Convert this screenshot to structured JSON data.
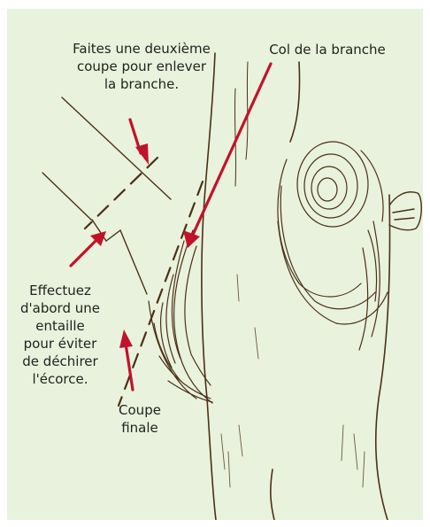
{
  "labels": {
    "second_cut": "Faites une deuxième\ncoupe pour enlever\nla branche.",
    "branch_collar": "Col de la branche",
    "notch": "Effectuez\nd'abord une\nentaille\npour éviter\nde déchirer\nl'écorce.",
    "final_cut": "Coupe\nfinale"
  },
  "colors": {
    "background": "#e9f2dc",
    "ink": "#4a3018",
    "arrow": "#c2122a",
    "text": "#222222"
  },
  "icons": [
    "tree-trunk-sketch",
    "branch-stub",
    "branch-collar",
    "cut-lines",
    "arrow"
  ]
}
